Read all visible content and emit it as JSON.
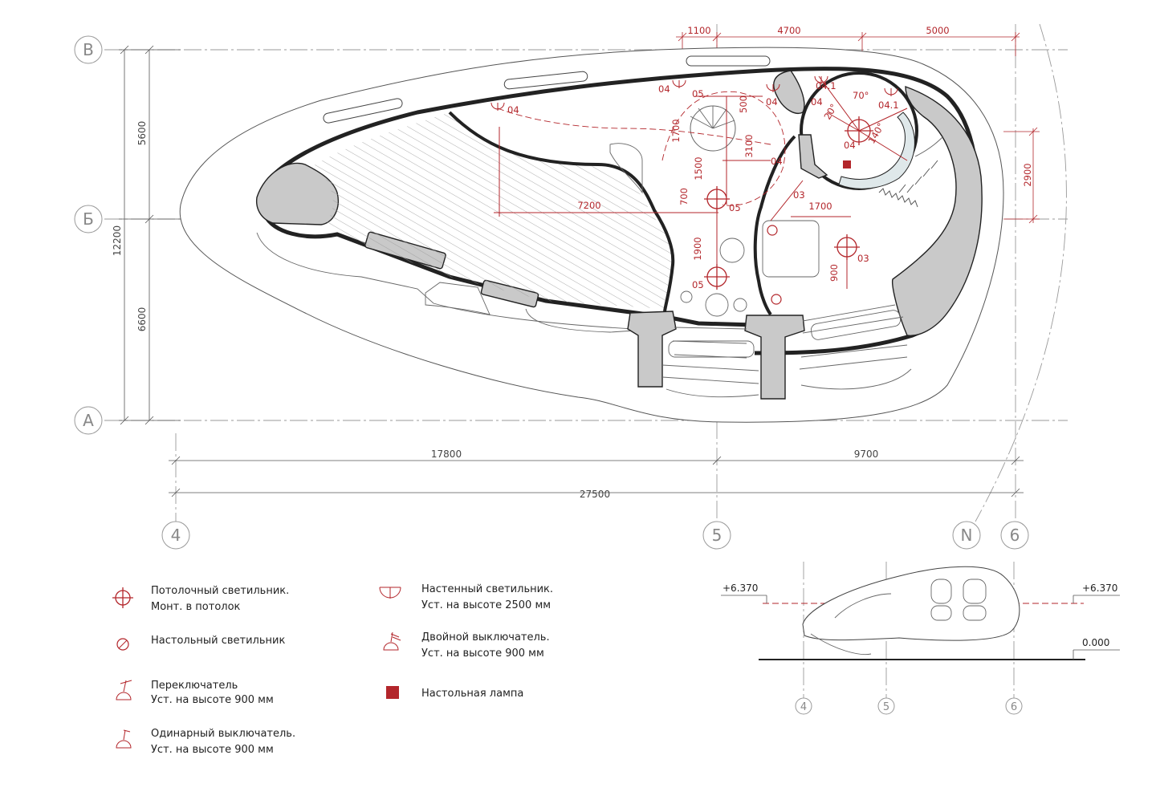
{
  "axes": {
    "rows": [
      {
        "id": "row-v",
        "label": "В"
      },
      {
        "id": "row-b",
        "label": "Б"
      },
      {
        "id": "row-a",
        "label": "А"
      }
    ],
    "columns": [
      {
        "id": "col-4",
        "label": "4"
      },
      {
        "id": "col-5",
        "label": "5"
      },
      {
        "id": "col-6",
        "label": "6"
      }
    ],
    "north": "N"
  },
  "dimensions": {
    "top": [
      "1100",
      "4700",
      "5000"
    ],
    "left_outer": "12200",
    "left_inner": [
      "5600",
      "6600"
    ],
    "bottom_inner": [
      "17800",
      "9700"
    ],
    "bottom_total": "27500",
    "right": "2900"
  },
  "plan_marks": {
    "lamp_codes": [
      "04",
      "05",
      "04",
      "04",
      "04.1",
      "04",
      "04.1",
      "04",
      "04",
      "03",
      "05",
      "05",
      "03"
    ],
    "dims": [
      "500",
      "1700",
      "3100",
      "1500",
      "700",
      "7200",
      "1700",
      "1900",
      "900"
    ],
    "angles": [
      "70°",
      "20°",
      "140°"
    ]
  },
  "legend": {
    "items": [
      {
        "id": "ceiling",
        "lines": [
          "Потолочный светильник.",
          "Монт. в потолок"
        ]
      },
      {
        "id": "table-fixture",
        "lines": [
          "Настольный светильник"
        ]
      },
      {
        "id": "switch-changeover",
        "lines": [
          "Переключатель",
          "Уст. на высоте 900 мм"
        ]
      },
      {
        "id": "switch-single",
        "lines": [
          "Одинарный выключатель.",
          "Уст. на высоте 900 мм"
        ]
      },
      {
        "id": "wall",
        "lines": [
          "Настенный светильник.",
          "Уст. на высоте 2500 мм"
        ]
      },
      {
        "id": "switch-double",
        "lines": [
          "Двойной выключатель.",
          "Уст. на высоте 900 мм"
        ]
      },
      {
        "id": "table-lamp",
        "lines": [
          "Настольная лампа"
        ]
      }
    ]
  },
  "elevation": {
    "top_left": "+6.370",
    "top_right": "+6.370",
    "ground": "0.000",
    "axes": [
      "4",
      "5",
      "6"
    ]
  },
  "colors": {
    "accent_red": "#b3262b",
    "wall_gray": "#c9c9c9",
    "axis_gray": "#9a9a9a"
  }
}
